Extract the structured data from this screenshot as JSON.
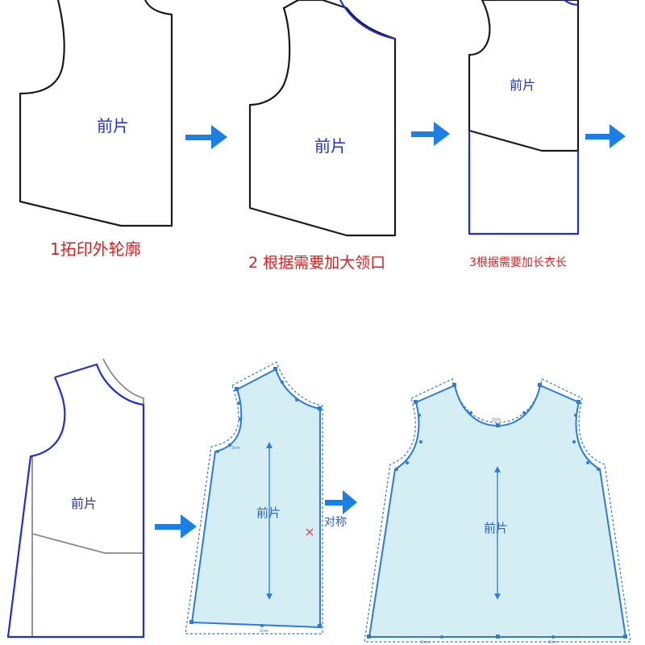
{
  "steps": [
    {
      "caption": "1拓印外轮廓",
      "piece_label": "前片"
    },
    {
      "caption": "2 根据需要加大领口",
      "piece_label": "前片"
    },
    {
      "caption": "3根据需要加长衣长",
      "piece_label": "前片"
    },
    {
      "caption": "",
      "piece_label": "前片"
    },
    {
      "caption": "",
      "piece_label": "前片"
    },
    {
      "caption": "",
      "piece_label": "前片"
    }
  ],
  "symmetry_label": "对称",
  "colors": {
    "outline": "#1a1a1a",
    "modified_line": "#1f2fd6",
    "cad_fill": "#d4eef3",
    "cad_stroke": "#2a7be0",
    "arrow": "#1b7fe3",
    "caption": "#e02020"
  },
  "icons": [
    "right-arrow-icon",
    "right-arrow-icon",
    "right-arrow-icon",
    "right-arrow-icon",
    "right-arrow-icon"
  ]
}
